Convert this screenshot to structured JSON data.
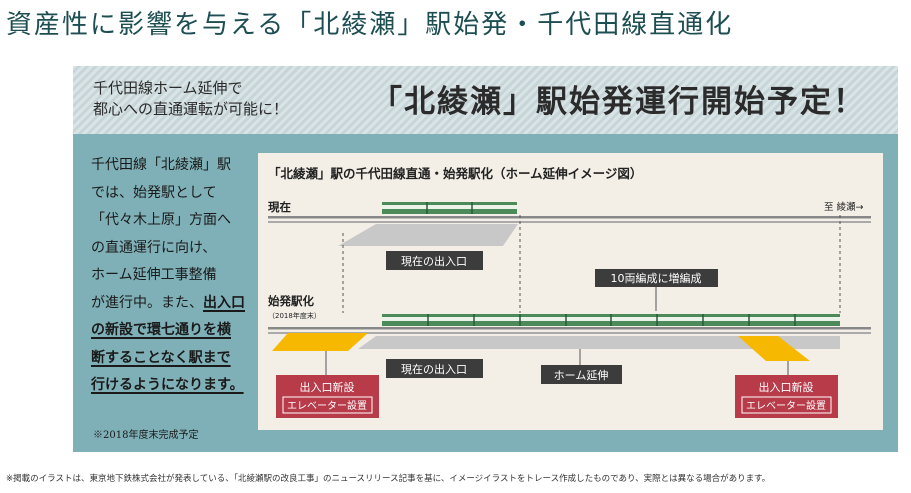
{
  "title": "資産性に影響を与える「北綾瀬」駅始発・千代田線直通化",
  "banner": {
    "line1": "千代田線ホーム延伸で",
    "line2": "都心への直通運転が可能に！",
    "headline": "「北綾瀬」駅始発運行開始予定！"
  },
  "description": {
    "lines": [
      "千代田線「北綾瀬」駅",
      "では、始発駅として",
      "「代々木上原」方面へ",
      "の直通運行に向け、",
      "ホーム延伸工事整備",
      "が進行中。また、"
    ],
    "emphasis_inline": "出入口",
    "emphasis_lines": [
      "の新設で環七通りを横",
      "断することなく駅まで",
      "行けるようになります。"
    ]
  },
  "note": "※2018年度末完成予定",
  "diagram": {
    "title": "「北綾瀬」駅の千代田線直通・始発駅化（ホーム延伸イメージ図）",
    "current_label": "現在",
    "to_ayase": "至 綾瀬→",
    "current_entrance_1": "現在の出入口",
    "ten_car": "10両編成に増編成",
    "after_label": "始発駅化",
    "after_sub": "（2018年度末）",
    "current_entrance_2": "現在の出入口",
    "platform_ext": "ホーム延伸",
    "new_entrance_left": "出入口新設",
    "elevator_left": "エレベーター設置",
    "new_entrance_right": "出入口新設",
    "elevator_right": "エレベーター設置"
  },
  "footnote": "※掲載のイラストは、東京地下鉄株式会社が発表している、「北綾瀬駅の改良工事」のニュースリリース記事を基に、イメージイラストをトレース作成したものであり、実際とは異なる場合があります。",
  "colors": {
    "title": "#1d4e52",
    "panel": "#7fb0b8",
    "diagram_bg": "#f3efe7",
    "train_green": "#4c8a5a",
    "yellow": "#f6b800",
    "red_box": "#b83b4a",
    "dark_label": "#3c3c3c"
  }
}
